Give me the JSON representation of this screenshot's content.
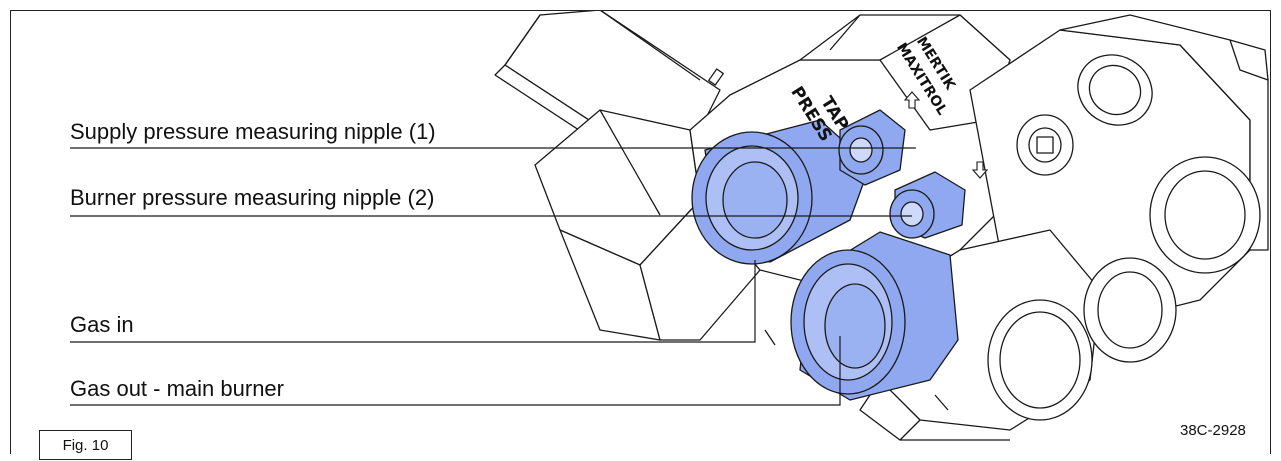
{
  "callouts": {
    "supply_nipple": "Supply pressure measuring nipple (1)",
    "burner_nipple": "Burner pressure measuring nipple (2)",
    "gas_in": "Gas in",
    "gas_out": "Gas out - main burner"
  },
  "valve_markings": {
    "press": "PRESS",
    "tap": "TAP",
    "brand_1": "MERTIK",
    "brand_2": "MAXITROL"
  },
  "figure_label": "Fig. 10",
  "drawing_code": "38C-2928",
  "colors": {
    "highlight": "#8fa8f0",
    "line": "#1a1a1a",
    "paper": "#ffffff"
  }
}
